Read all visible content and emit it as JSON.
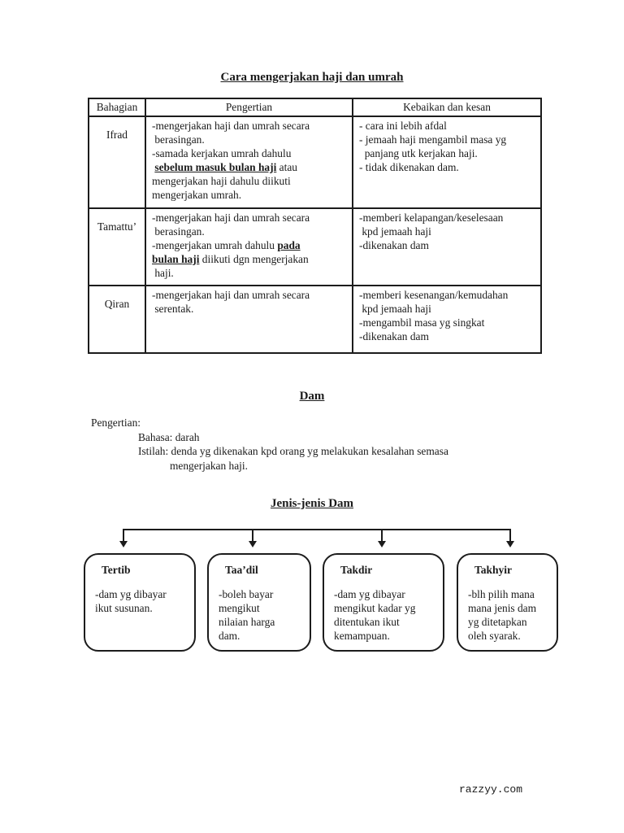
{
  "page": {
    "title": "Cara mengerjakan haji dan umrah",
    "footer": "razzyy.com"
  },
  "table": {
    "headers": [
      "Bahagian",
      "Pengertian",
      "Kebaikan dan kesan"
    ],
    "rows": [
      {
        "bahagian": "Ifrad",
        "pengertian_parts": [
          {
            "text": "-mengerjakan haji dan umrah secara\n berasingan.\n-samada kerjakan umrah dahulu\n "
          },
          {
            "text": "sebelum masuk bulan haji",
            "style": "bold-underline"
          },
          {
            "text": " atau\nmengerjakan haji dahulu diikuti\nmengerjakan umrah."
          }
        ],
        "kebaikan": "- cara ini lebih afdal\n- jemaah haji mengambil masa yg\n  panjang utk kerjakan haji.\n- tidak dikenakan dam."
      },
      {
        "bahagian": "Tamattu’",
        "pengertian_parts": [
          {
            "text": "-mengerjakan haji dan umrah secara\n berasingan.\n-mengerjakan umrah dahulu "
          },
          {
            "text": "pada\nbulan haji",
            "style": "bold-underline"
          },
          {
            "text": " diikuti dgn mengerjakan\n haji."
          }
        ],
        "kebaikan": "-memberi kelapangan/keselesaan\n kpd jemaah haji\n-dikenakan dam"
      },
      {
        "bahagian": "Qiran",
        "pengertian_parts": [
          {
            "text": "-mengerjakan haji dan umrah secara\n serentak."
          }
        ],
        "kebaikan": "-memberi kesenangan/kemudahan\n kpd jemaah haji\n-mengambil masa yg singkat\n-dikenakan dam"
      }
    ]
  },
  "dam_section": {
    "heading": "Dam",
    "label": "Pengertian:",
    "line_bahasa": "Bahasa: darah",
    "line_istilah": "Istilah: denda yg dikenakan kpd orang yg melakukan kesalahan semasa",
    "line_istilah_cont": "mengerjakan haji."
  },
  "jenis_section": {
    "heading": "Jenis-jenis Dam",
    "boxes": [
      {
        "title": "Tertib",
        "body": "-dam yg dibayar\nikut susunan."
      },
      {
        "title": "Taa’dil",
        "body": "-boleh bayar\nmengikut\nnilaian harga\ndam."
      },
      {
        "title": "Takdir",
        "body": "-dam yg dibayar\nmengikut kadar yg\nditentukan ikut\nkemampuan."
      },
      {
        "title": "Takhyir",
        "body": "-blh pilih mana\nmana jenis dam\nyg ditetapkan\noleh syarak."
      }
    ]
  }
}
